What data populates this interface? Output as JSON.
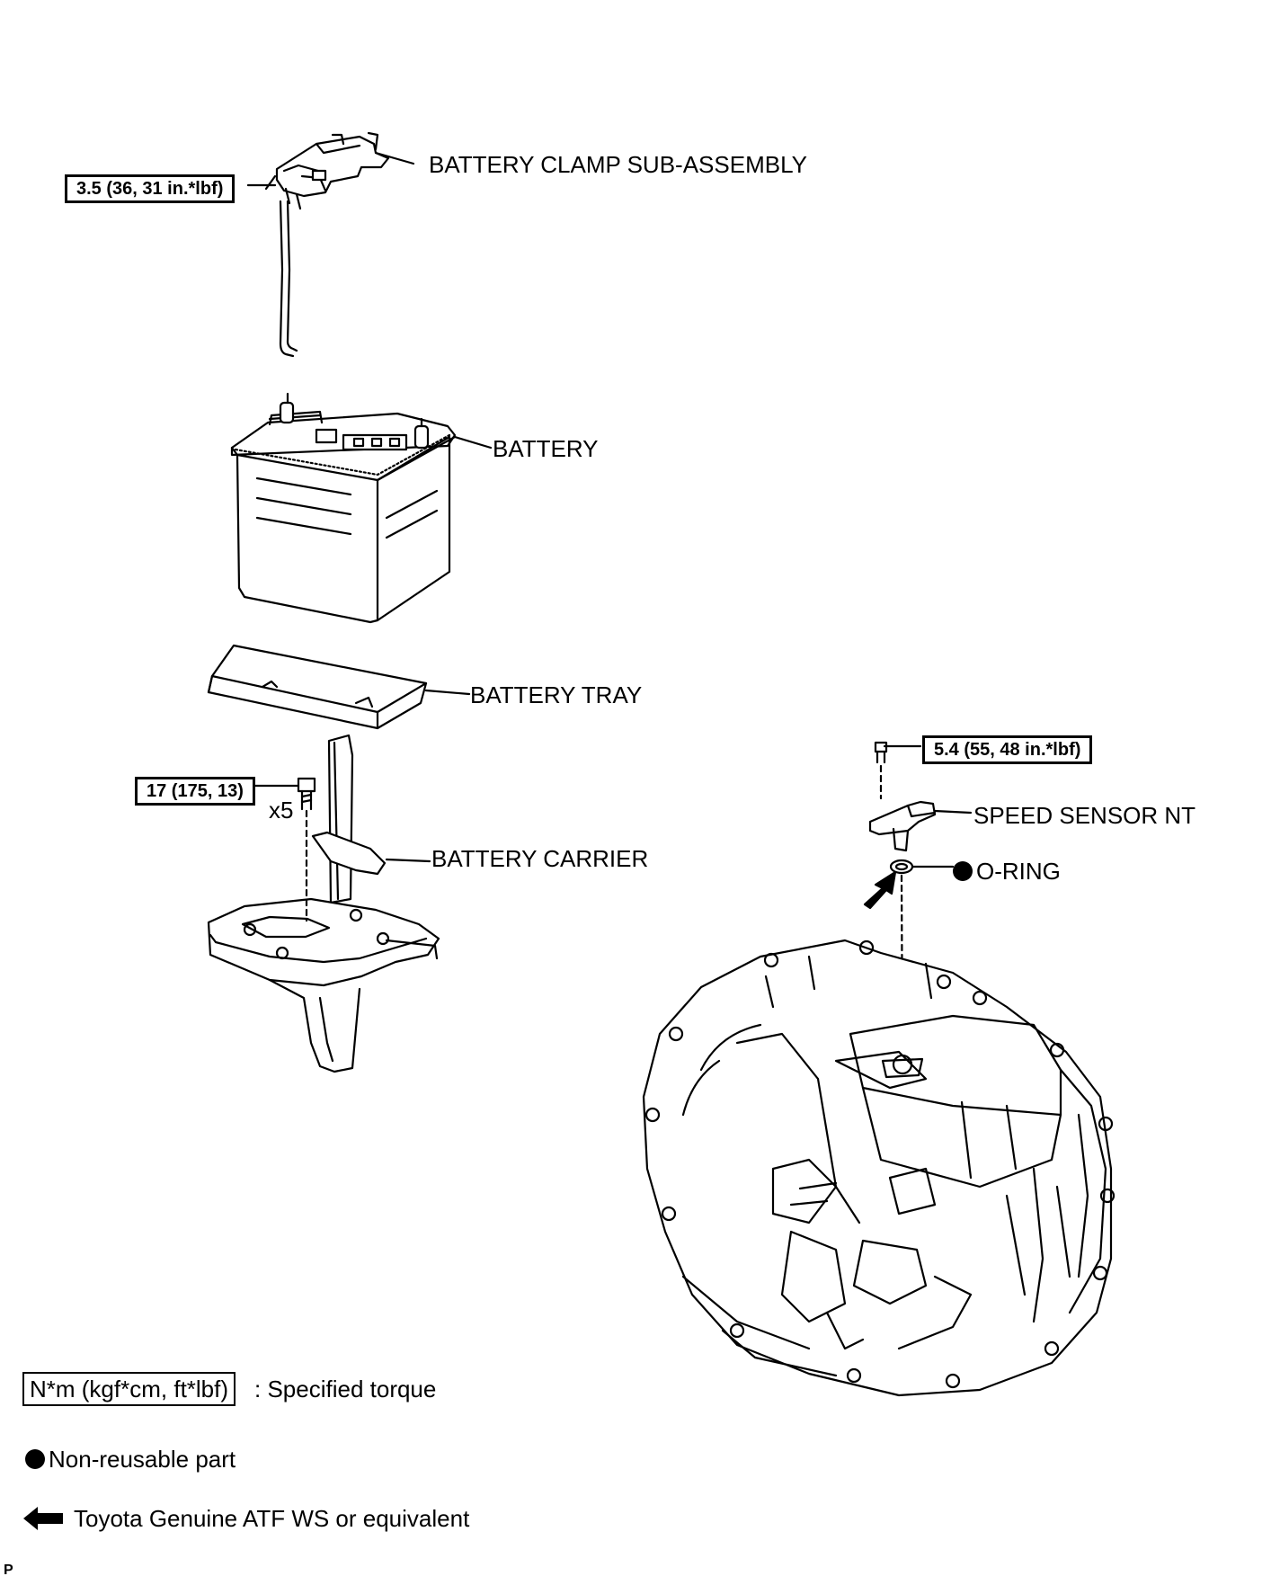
{
  "labels": {
    "battery_clamp": "BATTERY CLAMP SUB-ASSEMBLY",
    "battery": "BATTERY",
    "battery_tray": "BATTERY TRAY",
    "battery_carrier": "BATTERY CARRIER",
    "speed_sensor": "SPEED SENSOR NT",
    "o_ring": "O-RING",
    "bolt_count": "x5"
  },
  "torque_specs": {
    "clamp": "3.5 (36, 31 in.*lbf)",
    "carrier": "17 (175, 13)",
    "speed_sensor": "5.4 (55, 48 in.*lbf)"
  },
  "legend": {
    "torque_box": "N*m (kgf*cm, ft*lbf)",
    "torque_text": ": Specified torque",
    "non_reusable": "Non-reusable part",
    "atf": "Toyota Genuine ATF WS or equivalent"
  },
  "footer_code": "P",
  "colors": {
    "line": "#000000",
    "background": "#ffffff"
  }
}
